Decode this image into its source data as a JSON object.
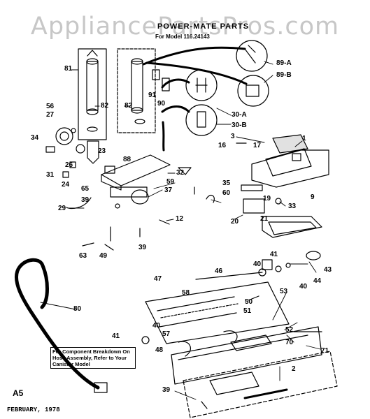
{
  "watermark": "AppliancePartsPros.com",
  "header": {
    "title": "POWER-MATE PARTS",
    "model_line": "For Model 116.24143"
  },
  "labels": [
    {
      "id": "l81",
      "text": "81"
    },
    {
      "id": "l82a",
      "text": "82"
    },
    {
      "id": "l82b",
      "text": "82"
    },
    {
      "id": "l56",
      "text": "56"
    },
    {
      "id": "l27",
      "text": "27"
    },
    {
      "id": "l34",
      "text": "34"
    },
    {
      "id": "l31",
      "text": "31"
    },
    {
      "id": "l26",
      "text": "26"
    },
    {
      "id": "l24",
      "text": "24"
    },
    {
      "id": "l23",
      "text": "23"
    },
    {
      "id": "l88",
      "text": "88"
    },
    {
      "id": "l89a",
      "text": "89-A"
    },
    {
      "id": "l89b",
      "text": "89-B"
    },
    {
      "id": "l91",
      "text": "91"
    },
    {
      "id": "l90",
      "text": "90"
    },
    {
      "id": "l30a",
      "text": "30-A"
    },
    {
      "id": "l30b",
      "text": "30-B"
    },
    {
      "id": "l3",
      "text": "3"
    },
    {
      "id": "l16",
      "text": "16"
    },
    {
      "id": "l17",
      "text": "17"
    },
    {
      "id": "l1",
      "text": "1"
    },
    {
      "id": "l32",
      "text": "32"
    },
    {
      "id": "l59",
      "text": "59"
    },
    {
      "id": "l35",
      "text": "35"
    },
    {
      "id": "l60",
      "text": "60"
    },
    {
      "id": "l65",
      "text": "65"
    },
    {
      "id": "l39a",
      "text": "39"
    },
    {
      "id": "l37",
      "text": "37"
    },
    {
      "id": "l29",
      "text": "29"
    },
    {
      "id": "l12",
      "text": "12"
    },
    {
      "id": "l19",
      "text": "19"
    },
    {
      "id": "l33",
      "text": "33"
    },
    {
      "id": "l20",
      "text": "20"
    },
    {
      "id": "l21",
      "text": "21"
    },
    {
      "id": "l9",
      "text": "9"
    },
    {
      "id": "l63",
      "text": "63"
    },
    {
      "id": "l49",
      "text": "49"
    },
    {
      "id": "l39b",
      "text": "39"
    },
    {
      "id": "l41a",
      "text": "41"
    },
    {
      "id": "l40a",
      "text": "40"
    },
    {
      "id": "l43",
      "text": "43"
    },
    {
      "id": "l44",
      "text": "44"
    },
    {
      "id": "l40b",
      "text": "40"
    },
    {
      "id": "l47",
      "text": "47"
    },
    {
      "id": "l46",
      "text": "46"
    },
    {
      "id": "l58",
      "text": "58"
    },
    {
      "id": "l50",
      "text": "50"
    },
    {
      "id": "l80",
      "text": "80"
    },
    {
      "id": "l53",
      "text": "53"
    },
    {
      "id": "l51",
      "text": "51"
    },
    {
      "id": "l40c",
      "text": "40"
    },
    {
      "id": "l57",
      "text": "57"
    },
    {
      "id": "l41b",
      "text": "41"
    },
    {
      "id": "l48",
      "text": "48"
    },
    {
      "id": "l52",
      "text": "52"
    },
    {
      "id": "l70",
      "text": "70"
    },
    {
      "id": "l71",
      "text": "71"
    },
    {
      "id": "l2",
      "text": "2"
    },
    {
      "id": "l39c",
      "text": "39"
    }
  ],
  "note": "For Component Breakdown On Hose Assembly, Refer to Your Canister Model",
  "page_mark": "A5",
  "date": "FEBRUARY, 1978"
}
